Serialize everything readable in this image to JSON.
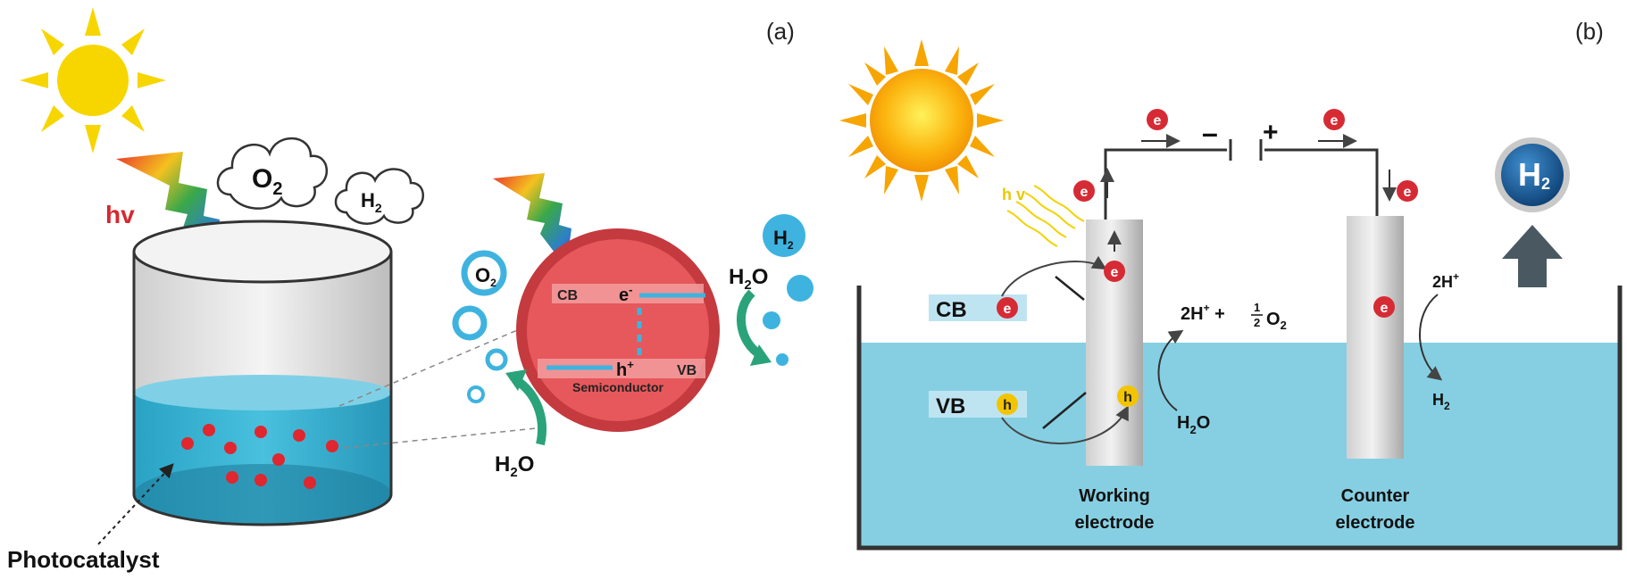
{
  "panel_a": {
    "label": "(a)",
    "hv": "hv",
    "o2_cloud": {
      "main": "O",
      "sub": "2"
    },
    "h2_cloud": {
      "main": "H",
      "sub": "2"
    },
    "photocatalyst": "Photocatalyst",
    "cb": "CB",
    "vb": "VB",
    "electron": {
      "main": "e",
      "sup": "-"
    },
    "hole": {
      "main": "h",
      "sup": "+"
    },
    "semiconductor": "Semiconductor",
    "o2_bubble": {
      "main": "O",
      "sub": "2"
    },
    "h2_bubble": {
      "main": "H",
      "sub": "2"
    },
    "h2o_left": {
      "main": "H",
      "sub": "2",
      "tail": "O"
    },
    "h2o_right": {
      "main": "H",
      "sub": "2",
      "tail": "O"
    }
  },
  "panel_b": {
    "label": "(b)",
    "hv": "h v",
    "minus": "–",
    "plus": "+",
    "e": "e",
    "h": "h",
    "cb": "CB",
    "vb": "VB",
    "reaction_o2": {
      "a": "2H",
      "a_sup": "+",
      "b": " + ",
      "num": "1",
      "den": "2",
      "c": "O",
      "c_sub": "2"
    },
    "h2o": {
      "main": "H",
      "sub": "2",
      "tail": "O"
    },
    "h_plus": {
      "main": "2H",
      "sup": "+"
    },
    "h2_product": {
      "main": "H",
      "sub": "2"
    },
    "h2_ball": {
      "main": "H",
      "sub": "2"
    },
    "working_electrode": [
      "Working",
      "electrode"
    ],
    "counter_electrode": [
      "Counter",
      "electrode"
    ]
  },
  "colors": {
    "sun": "#f7d600",
    "water": "#3bb7d6",
    "electrolyte": "#86cfe2",
    "semiconductor_red": "#e6585b",
    "semiconductor_rim": "#c43a3e",
    "electron_red": "#d62b35",
    "hole_yellow": "#f2c500",
    "bubble_blue": "#3fb3df",
    "arrow_green": "#2aa37a",
    "h2_ball": "#1c5c95"
  }
}
